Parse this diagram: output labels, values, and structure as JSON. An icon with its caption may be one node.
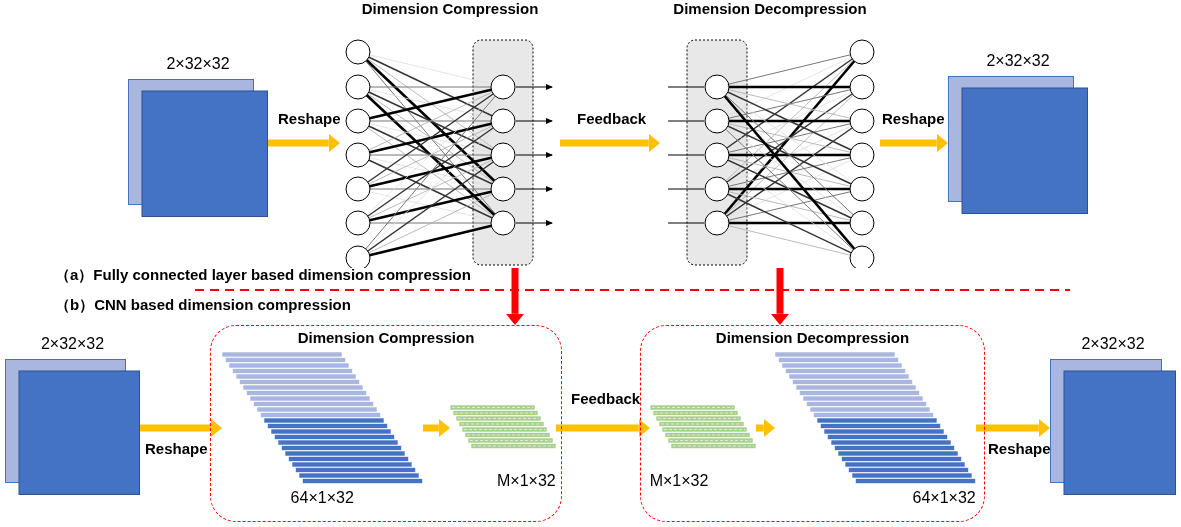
{
  "diagram": {
    "nodes": [
      {
        "text": [
          "2×32×32"
        ]
      },
      {
        "text": [
          "Dimension Compression"
        ]
      },
      {
        "text": [
          "Dimension Decompression"
        ]
      },
      {
        "text": [
          "2×32×32"
        ]
      },
      {
        "text": [
          "2×32×32"
        ]
      },
      {
        "text": [
          "Dimension Compression"
        ]
      },
      {
        "text": [
          "64×1×32"
        ],
        "in": 5
      },
      {
        "text": [
          "M×1×32"
        ],
        "in": 5
      },
      {
        "text": [
          "Dimension Decompression"
        ]
      },
      {
        "text": [
          "M×1×32"
        ],
        "in": 8
      },
      {
        "text": [
          "64×1×32"
        ],
        "in": 8
      },
      {
        "text": [
          "2×32×32"
        ]
      }
    ],
    "edges": [
      {
        "from": 0,
        "to": 1,
        "arrow": "to",
        "label": "Reshape"
      },
      {
        "from": 1,
        "to": 2,
        "arrow": "to",
        "label": "Feedback"
      },
      {
        "from": 2,
        "to": 3,
        "arrow": "to",
        "label": "Reshape"
      },
      {
        "from": 1,
        "to": 5,
        "arrow": "to",
        "color": "#ff0000"
      },
      {
        "from": 2,
        "to": 8,
        "arrow": "to",
        "color": "#ff0000"
      },
      {
        "from": 4,
        "to": 6,
        "arrow": "to",
        "label": "Reshape"
      },
      {
        "from": 6,
        "to": 7,
        "arrow": "to"
      },
      {
        "from": 7,
        "to": 9,
        "arrow": "to",
        "label": "Feedback"
      },
      {
        "from": 9,
        "to": 10,
        "arrow": "to"
      },
      {
        "from": 10,
        "to": 11,
        "arrow": "to",
        "label": "Reshape"
      }
    ],
    "labels": [
      "（a）Fully connected layer based dimension compression",
      "（b）CNN based dimension compression"
    ]
  }
}
